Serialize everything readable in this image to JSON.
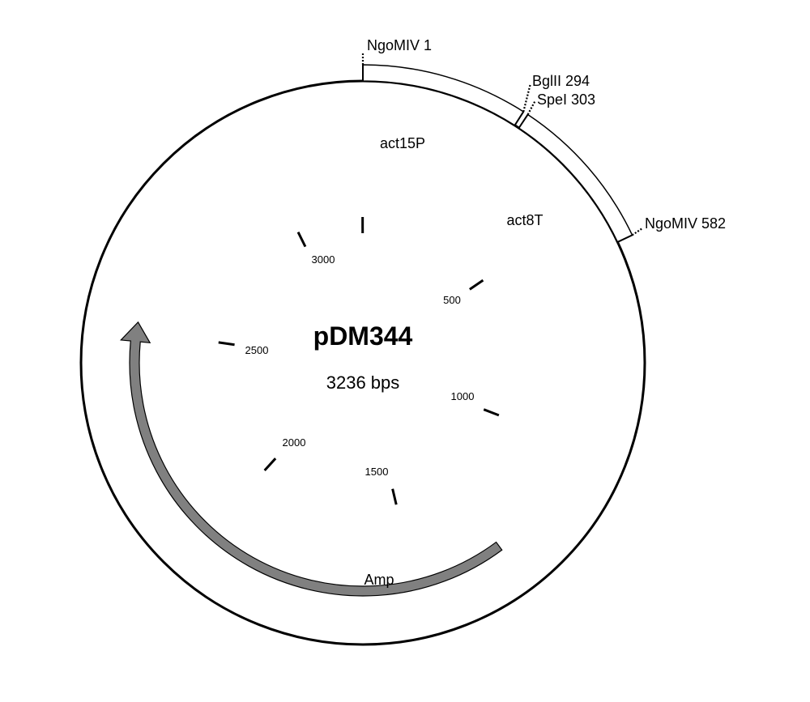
{
  "plasmid": {
    "name": "pDM344",
    "size_label": "3236 bps",
    "length": 3236
  },
  "colors": {
    "backbone": "#000000",
    "feature_box_fill": "#ffffff",
    "amp_arrow": "#808080"
  },
  "restriction_sites": [
    {
      "id": "ngomiv-1",
      "label": "NgoMIV 1",
      "position": 1
    },
    {
      "id": "bglii-294",
      "label": "BglII 294",
      "position": 294
    },
    {
      "id": "spei-303",
      "label": "SpeI 303",
      "position": 303
    },
    {
      "id": "ngomiv-582",
      "label": "NgoMIV 582",
      "position": 582
    }
  ],
  "features": [
    {
      "id": "act15p",
      "label": "act15P",
      "start": 1,
      "end": 294,
      "type": "box"
    },
    {
      "id": "act8t",
      "label": "act8T",
      "start": 303,
      "end": 582,
      "type": "box"
    },
    {
      "id": "amp",
      "label": "Amp",
      "start": 1290,
      "end": 2520,
      "type": "arrow",
      "direction": "reverse"
    }
  ],
  "ticks": [
    {
      "value": 500,
      "label": "500"
    },
    {
      "value": 1000,
      "label": "1000"
    },
    {
      "value": 1500,
      "label": "1500"
    },
    {
      "value": 2000,
      "label": "2000"
    },
    {
      "value": 2500,
      "label": "2500"
    },
    {
      "value": 3000,
      "label": "3000"
    },
    {
      "value": 3236,
      "label": ""
    }
  ]
}
